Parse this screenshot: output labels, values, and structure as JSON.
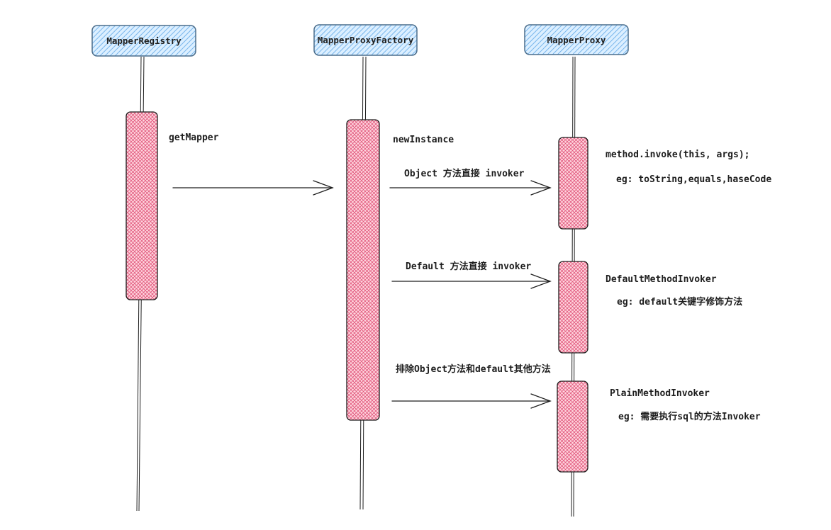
{
  "participants": [
    {
      "id": "registry",
      "label": "MapperRegistry"
    },
    {
      "id": "factory",
      "label": "MapperProxyFactory"
    },
    {
      "id": "proxy",
      "label": "MapperProxy"
    }
  ],
  "messages": {
    "get_mapper": "getMapper",
    "new_instance": "newInstance",
    "object_invoker": "Object 方法直接 invoker",
    "default_invoker": "Default 方法直接 invoker",
    "plain_invoker": "排除Object方法和default其他方法"
  },
  "notes": {
    "method_invoke": "method.invoke(this, args);",
    "method_invoke_eg": "eg: toString,equals,haseCode",
    "default_method_invoker": "DefaultMethodInvoker",
    "default_method_invoker_eg": "eg: default关键字修饰方法",
    "plain_method_invoker": "PlainMethodInvoker",
    "plain_method_invoker_eg": "eg: 需要执行sql的方法Invoker"
  },
  "colors": {
    "header_fill": "#a5d8ff",
    "header_stroke": "#4a6d8c",
    "activation_fill": "#ffc9c9",
    "activation_hatch": "#e0557a",
    "stroke": "#1e1e1e"
  }
}
